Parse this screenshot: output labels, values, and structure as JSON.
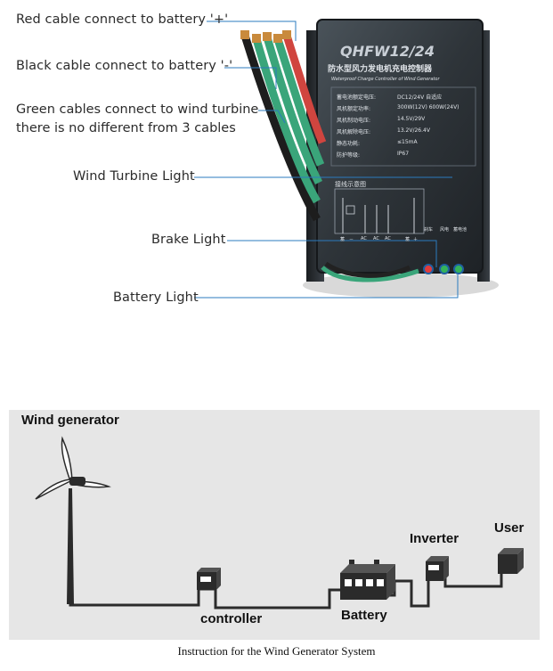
{
  "labels": {
    "red_cable": "Red  cable connect to battery '+'",
    "black_cable": "Black cable connect to battery '-'",
    "green_cables_line1": "Green cables connect to wind turbine",
    "green_cables_line2": "there is no different from 3 cables",
    "wind_turbine_light": "Wind Turbine Light",
    "brake_light": "Brake Light",
    "battery_light": "Battery Light"
  },
  "controller": {
    "model": "QHFW12/24",
    "title_cn": "防水型风力发电机充电控制器",
    "subtitle_en": "Waterproof Charge Controller of Wind Generator",
    "specs": [
      {
        "k": "蓄电池额定电压:",
        "v": "DC12/24V 自适应"
      },
      {
        "k": "风机额定功率:",
        "v": "300W(12V) 600W(24V)"
      },
      {
        "k": "风机制动电压:",
        "v": "14.5V/29V"
      },
      {
        "k": "风机解除电压:",
        "v": "13.2V/26.4V"
      },
      {
        "k": "静态功耗:",
        "v": "≤15mA"
      },
      {
        "k": "防护等级:",
        "v": "IP67"
      }
    ],
    "wiring_title": "接线示意图",
    "terminals": [
      "蓄",
      "－",
      "AC",
      "AC",
      "AC",
      "蓄",
      "＋"
    ],
    "indicator_labels": [
      "刹车",
      "风电",
      "蓄电池"
    ]
  },
  "system": {
    "wind_generator": "Wind generator",
    "controller": "controller",
    "battery": "Battery",
    "inverter": "Inverter",
    "user": "User"
  },
  "caption": "Instruction for the Wind Generator System",
  "colors": {
    "pointer_line": "#2b7bbf",
    "cable_red": "#d0453f",
    "cable_green": "#3aa57a",
    "controller_body": "#2e3439",
    "diagram_bg": "#e6e6e6"
  }
}
